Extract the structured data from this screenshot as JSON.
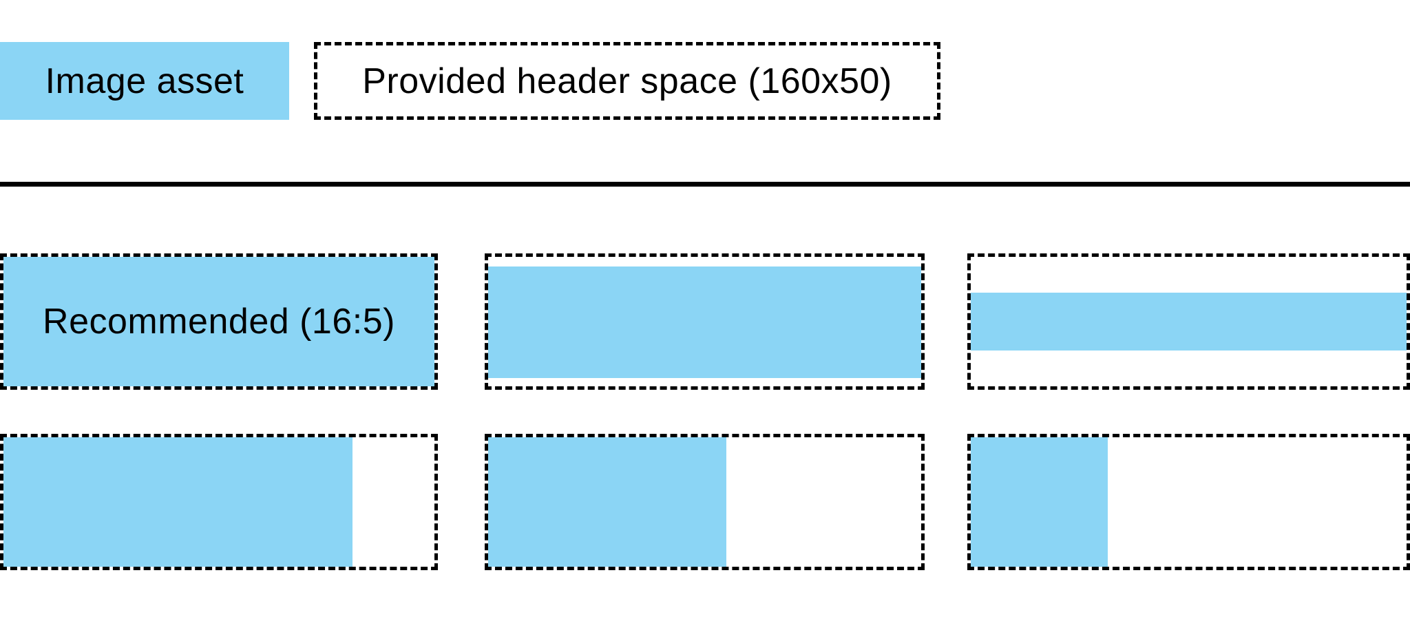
{
  "palette": {
    "asset_blue": "#8BD5F5",
    "line_black": "#000000",
    "text_black": "#000000",
    "background": "#FFFFFF"
  },
  "legend": {
    "asset_swatch_label": "Image asset",
    "header_space_label": "Provided header space (160x50)"
  },
  "scenarios": {
    "recommended_label": "Recommended (16:5)",
    "row1": [
      {
        "name": "recommended-16-5",
        "description": "image fills entire header space",
        "fill_style": "position:absolute;inset:0;"
      },
      {
        "name": "wider-than-recommended",
        "description": "full width, small gaps top and bottom, vertically centered",
        "fill_style": "position:absolute;left:0;right:0;top:14px;bottom:12px;"
      },
      {
        "name": "very-wide-strip",
        "description": "full width thin strip, vertically centered",
        "fill_style": "position:absolute;left:0;right:0;top:52px;height:84px;"
      }
    ],
    "row2": [
      {
        "name": "taller-fit-height-81",
        "description": "full height, 81% width, left aligned",
        "fill_style": "position:absolute;left:0;top:0;bottom:0;width:81%;"
      },
      {
        "name": "taller-fit-height-55",
        "description": "full height, 55% width, left aligned",
        "fill_style": "position:absolute;left:0;top:0;bottom:0;width:55%;"
      },
      {
        "name": "taller-fit-height-31",
        "description": "full height, 31% width, left aligned",
        "fill_style": "position:absolute;left:0;top:0;bottom:0;width:31.5%;"
      }
    ]
  }
}
